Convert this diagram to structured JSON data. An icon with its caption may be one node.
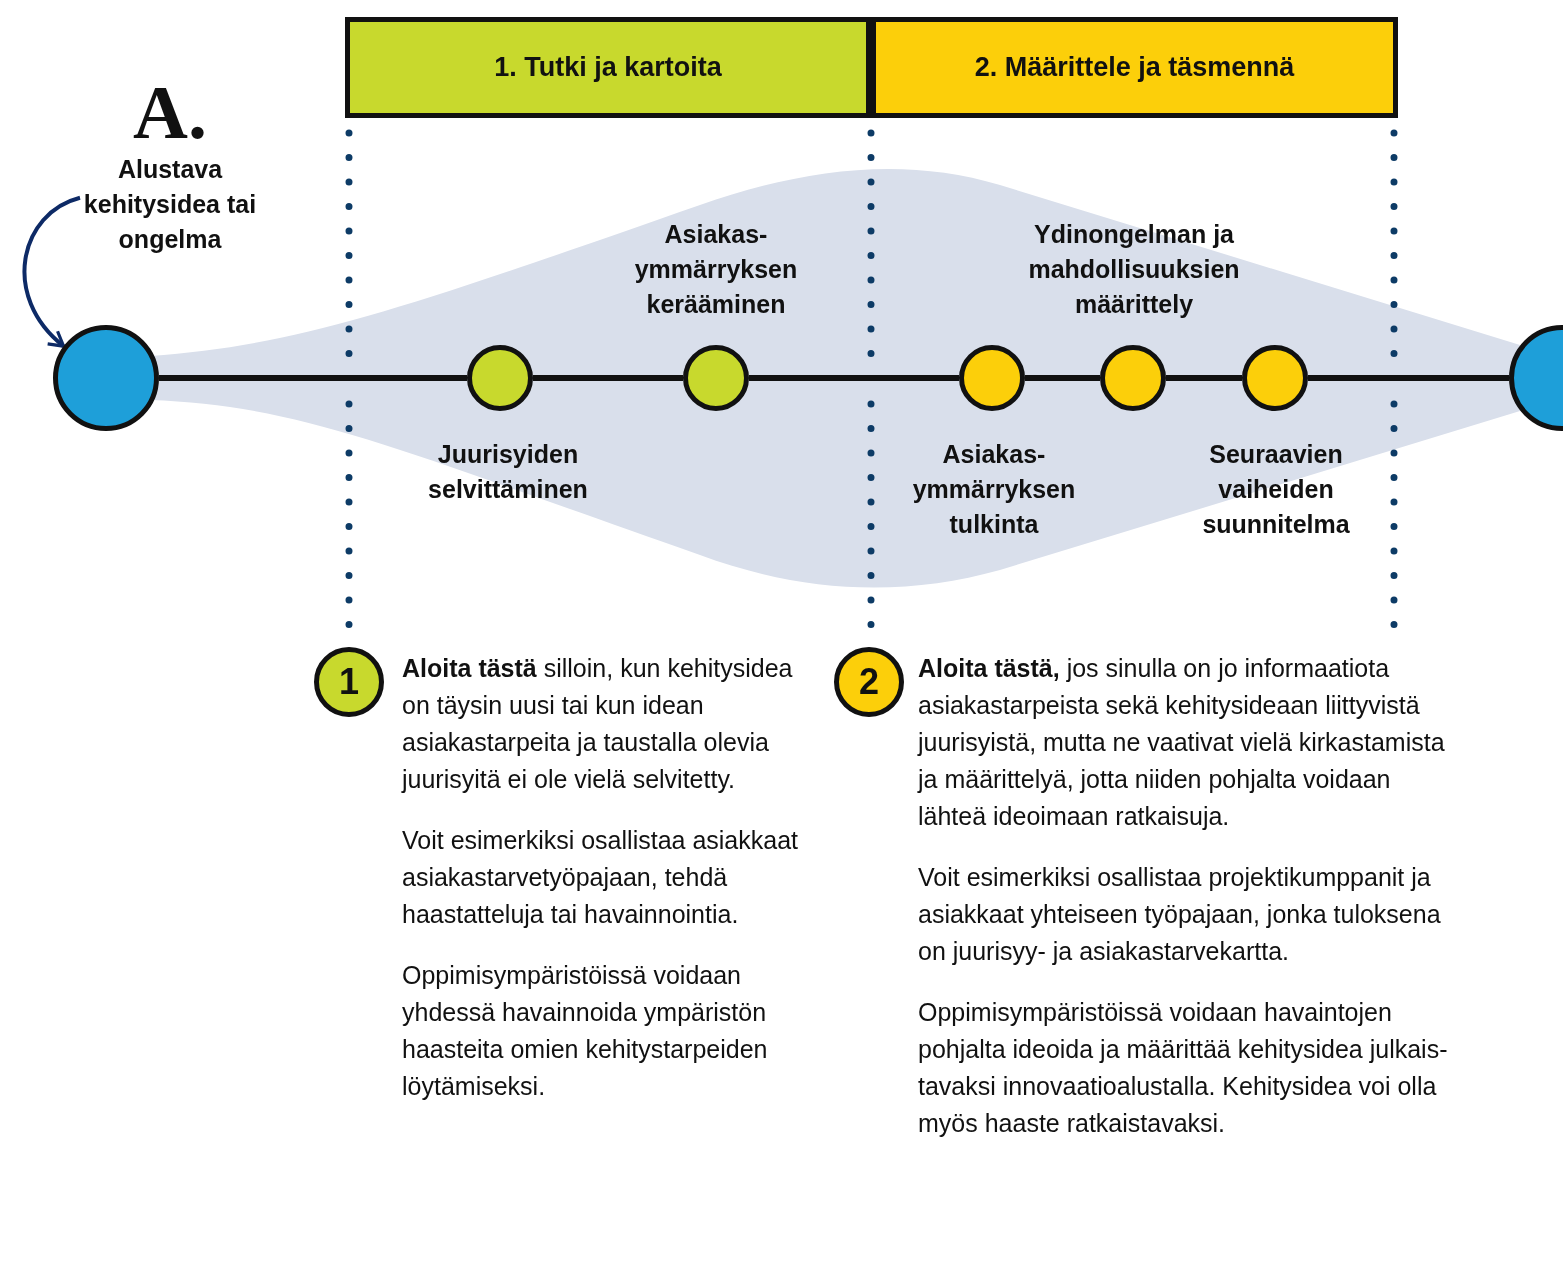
{
  "diagram": {
    "nodes": [
      {
        "text": [
          "1. Tutki ja kartoita"
        ]
      },
      {
        "text": [
          "2. Määrittele ja täsmennä"
        ]
      },
      {
        "text": [
          "A.",
          "Alustava kehitysidea tai ongelma"
        ]
      },
      {
        "text": [],
        "shape": "circle"
      },
      {
        "text": [],
        "shape": "circle",
        "beside": [
          "Juurisyiden selvittäminen"
        ]
      },
      {
        "text": [],
        "shape": "circle",
        "beside": [
          "Asiakas- ymmärryksen kerääminen"
        ]
      },
      {
        "text": [],
        "shape": "circle",
        "beside": [
          "Asiakas- ymmärryksen tulkinta"
        ]
      },
      {
        "text": [],
        "shape": "circle",
        "beside": [
          "Ydinongelman ja mahdollisuuksien määrittely"
        ]
      },
      {
        "text": [],
        "shape": "circle",
        "beside": [
          "Seuraavien vaiheiden suunnitelma"
        ]
      },
      {
        "text": [],
        "shape": "circle"
      },
      {
        "text": [
          "1"
        ],
        "beside": [
          "**Aloita tästä** silloin, kun kehitysidea on täysin uusi tai kun idean asiakastarpeita ja taustalla olevia juurisyitä ei ole vielä selvitetty.",
          "Voit esimerkiksi osallistaa asiakkaat asiakastarvetyöpajaan, tehdä haastatteluja tai havainnointia.",
          "Oppimisympäristöissä voidaan yhdessä havainnoida ympäristön haasteita omien kehitystarpeiden löytämiseksi."
        ]
      },
      {
        "text": [
          "2"
        ],
        "beside": [
          "**Aloita tästä,** jos sinulla on jo informaatiota asiakastarpeista sekä kehitysideaan liittyvistä juurisyistä, mutta ne vaativat vielä kirkastamista ja määrittelyä, jotta niiden pohjalta voidaan lähteä ideoimaan ratkaisuja.",
          "Voit esimerkiksi osallistaa projektikumppanit ja asiakkaat yhteiseen työpajaan, jonka tuloksena on juurisyy- ja asiakastarvekartta.",
          "Oppimisympäristöissä voidaan havaintojen pohjalta ideoida ja määrittää kehitysidea julkais-tavaksi innovaatioalustalla. Kehitysidea voi olla myös haaste ratkaistavaksi."
        ]
      }
    ],
    "edges": [
      {
        "from": 2,
        "to": 3,
        "arrow": "to"
      },
      {
        "from": 3,
        "to": 4,
        "arrow": "none"
      },
      {
        "from": 4,
        "to": 5,
        "arrow": "none"
      },
      {
        "from": 5,
        "to": 6,
        "arrow": "none"
      },
      {
        "from": 6,
        "to": 7,
        "arrow": "none"
      },
      {
        "from": 7,
        "to": 8,
        "arrow": "none"
      },
      {
        "from": 8,
        "to": 9,
        "arrow": "none"
      }
    ]
  }
}
